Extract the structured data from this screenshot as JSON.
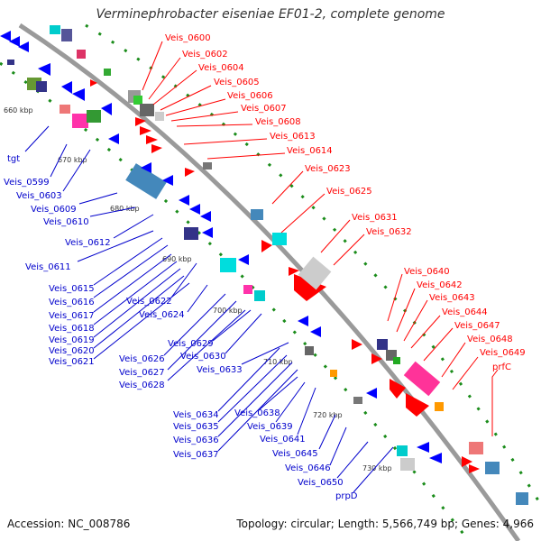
{
  "title": "Verminephrobacter eiseniae EF01-2, complete genome",
  "accession_label": "Accession: NC_008786",
  "stats_label": "Topology: circular; Length: 5,566,749 bp; Genes: 4,966",
  "kbp_ticks": [
    "660 kbp",
    "670 kbp",
    "680 kbp",
    "690 kbp",
    "700 kbp",
    "710 kbp",
    "720 kbp",
    "730 kbp"
  ],
  "colors": {
    "blue": "#0000cc",
    "red": "#ff0000",
    "backbone": "#999999"
  },
  "labels_blue": [
    "tgt",
    "Veis_0599",
    "Veis_0603",
    "Veis_0609",
    "Veis_0610",
    "Veis_0612",
    "Veis_0611",
    "Veis_0615",
    "Veis_0616",
    "Veis_0617",
    "Veis_0618",
    "Veis_0619",
    "Veis_0620",
    "Veis_0621",
    "Veis_0622",
    "Veis_0624",
    "Veis_0626",
    "Veis_0627",
    "Veis_0628",
    "Veis_0629",
    "Veis_0630",
    "Veis_0633",
    "Veis_0634",
    "Veis_0635",
    "Veis_0636",
    "Veis_0637",
    "Veis_0638",
    "Veis_0639",
    "Veis_0641",
    "Veis_0645",
    "Veis_0646",
    "Veis_0650",
    "prpD"
  ],
  "labels_red": [
    "Veis_0600",
    "Veis_0602",
    "Veis_0604",
    "Veis_0605",
    "Veis_0606",
    "Veis_0607",
    "Veis_0608",
    "Veis_0613",
    "Veis_0614",
    "Veis_0623",
    "Veis_0625",
    "Veis_0631",
    "Veis_0632",
    "Veis_0640",
    "Veis_0642",
    "Veis_0643",
    "Veis_0644",
    "Veis_0647",
    "Veis_0648",
    "Veis_0649",
    "prfC"
  ]
}
